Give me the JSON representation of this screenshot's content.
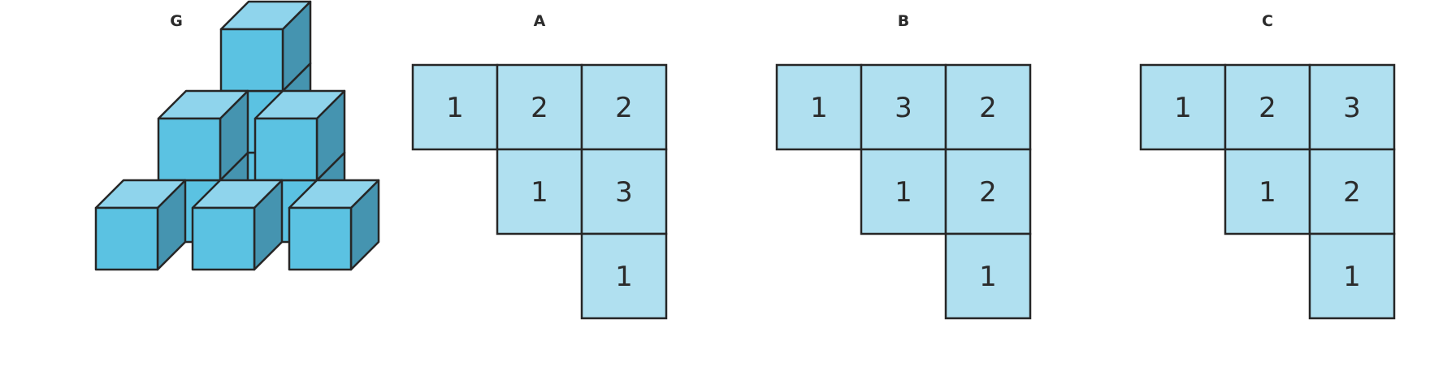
{
  "colors": {
    "cube_front": "#5bc2e2",
    "cube_top": "#8fd4ec",
    "cube_side": "#4594b0",
    "grid_fill": "#b0e0f0",
    "stroke": "#262626"
  },
  "figure": {
    "label": "G",
    "stacks": [
      {
        "row": 0,
        "col": 0,
        "height": 1
      },
      {
        "row": 0,
        "col": 1,
        "height": 2
      },
      {
        "row": 0,
        "col": 2,
        "height": 3
      },
      {
        "row": 1,
        "col": 1,
        "height": 1
      },
      {
        "row": 1,
        "col": 2,
        "height": 2
      },
      {
        "row": 2,
        "col": 2,
        "height": 1
      }
    ]
  },
  "options": [
    {
      "label": "A",
      "cells": [
        {
          "row": 0,
          "col": 0,
          "value": "1"
        },
        {
          "row": 0,
          "col": 1,
          "value": "2"
        },
        {
          "row": 0,
          "col": 2,
          "value": "2"
        },
        {
          "row": 1,
          "col": 1,
          "value": "1"
        },
        {
          "row": 1,
          "col": 2,
          "value": "3"
        },
        {
          "row": 2,
          "col": 2,
          "value": "1"
        }
      ]
    },
    {
      "label": "B",
      "cells": [
        {
          "row": 0,
          "col": 0,
          "value": "1"
        },
        {
          "row": 0,
          "col": 1,
          "value": "3"
        },
        {
          "row": 0,
          "col": 2,
          "value": "2"
        },
        {
          "row": 1,
          "col": 1,
          "value": "1"
        },
        {
          "row": 1,
          "col": 2,
          "value": "2"
        },
        {
          "row": 2,
          "col": 2,
          "value": "1"
        }
      ]
    },
    {
      "label": "C",
      "cells": [
        {
          "row": 0,
          "col": 0,
          "value": "1"
        },
        {
          "row": 0,
          "col": 1,
          "value": "2"
        },
        {
          "row": 0,
          "col": 2,
          "value": "3"
        },
        {
          "row": 1,
          "col": 1,
          "value": "1"
        },
        {
          "row": 1,
          "col": 2,
          "value": "2"
        },
        {
          "row": 2,
          "col": 2,
          "value": "1"
        }
      ]
    }
  ]
}
